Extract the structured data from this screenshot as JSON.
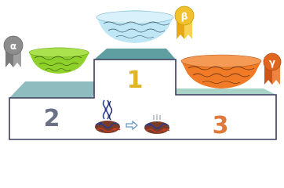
{
  "podium": {
    "places": [
      "1",
      "2",
      "3"
    ]
  },
  "awards": {
    "alpha": "α",
    "beta": "β",
    "gamma": "γ"
  },
  "colors": {
    "bowl_alpha": "#8ed12a",
    "bowl_beta": "#bfe6f5",
    "bowl_gamma": "#f07a25",
    "ribbon_silver": "#8d8d8d",
    "ribbon_gold": "#f2c22e",
    "ribbon_bronze": "#e0661f",
    "podium_face": "#ffffff",
    "podium_outline": "#3a3a5a",
    "podium_top_first": "#5f9ea1",
    "podium_top_second": "#8fbcbf",
    "podium_top_third": "#a8d3c6",
    "label_first": "#e0b526",
    "label_second": "#6b7288",
    "label_third": "#e07a3a",
    "arrow": "#4a7fb5"
  }
}
